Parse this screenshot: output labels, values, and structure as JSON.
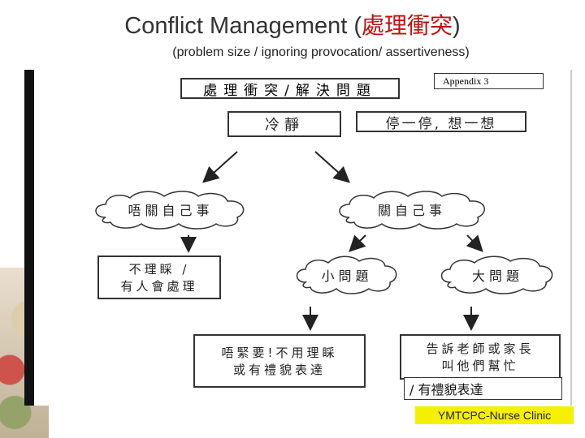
{
  "title": {
    "en": "Conflict Management (",
    "cjk": "處理衝突",
    "close": ")"
  },
  "subtitle": "(problem size / ignoring provocation/ assertiveness)",
  "sheet": {
    "header": "處理衝突/解決問題",
    "appendix": "Appendix 3",
    "calm": "冷靜",
    "stop_think": "停一停, 想一想",
    "not_my_business": "唔關自己事",
    "my_business": "關自己事",
    "ignore_line1": "不理睬 /",
    "ignore_line2": "有人會處理",
    "small_problem": "小問題",
    "big_problem": "大問題",
    "small_action_line1": "唔緊要!不用理睬",
    "small_action_line2": "或有禮貌表達",
    "big_action_line1": "告訴老師或家長",
    "big_action_line2": "叫他們幫忙"
  },
  "footer_note": "/ 有禮貌表達",
  "credit": "YMTCPC-Nurse Clinic"
}
